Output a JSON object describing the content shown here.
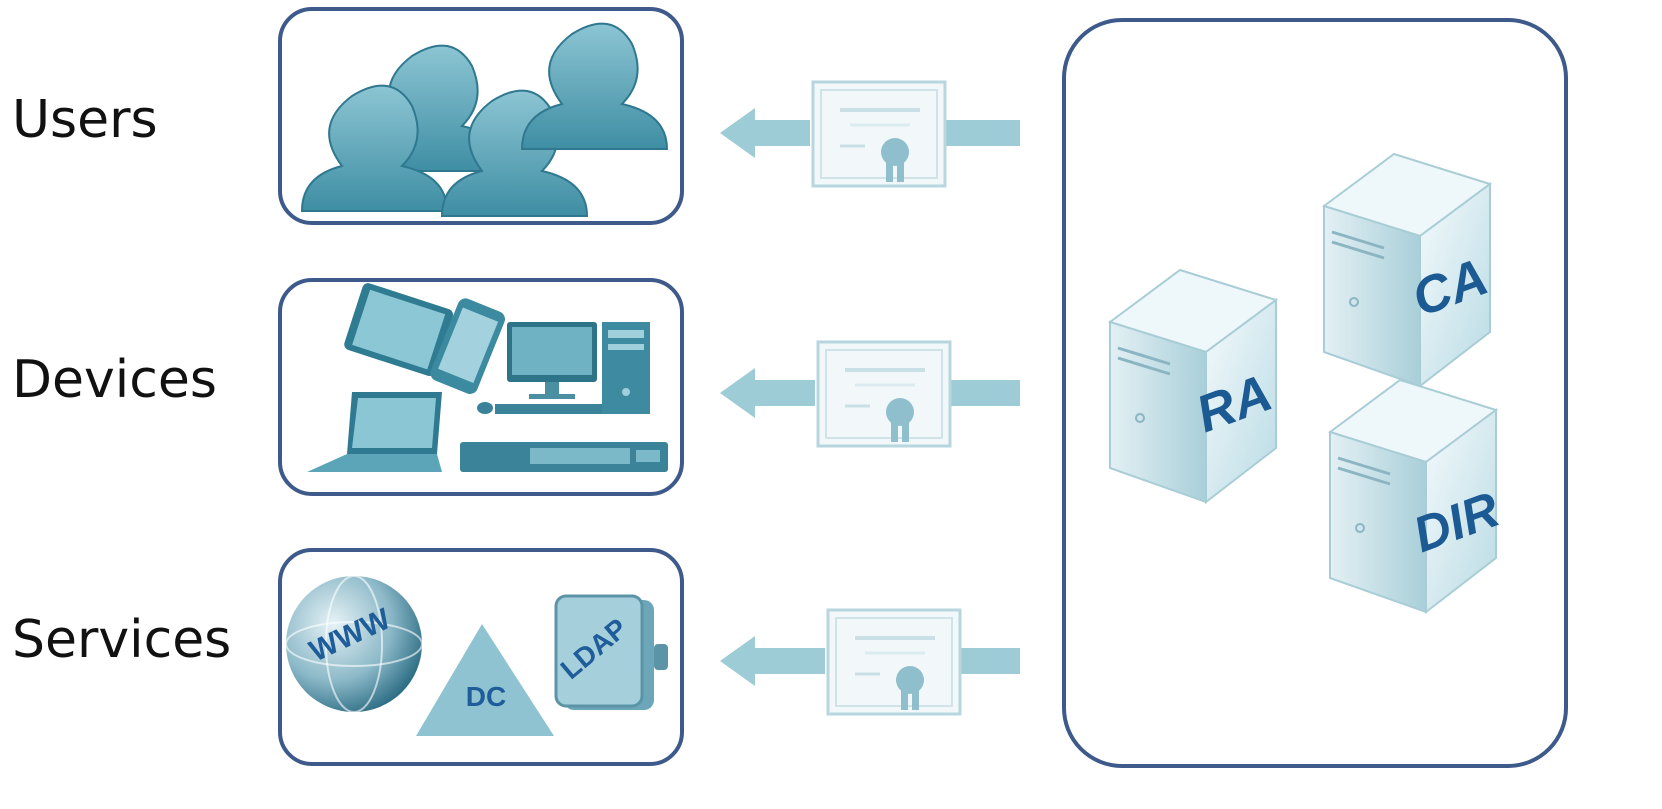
{
  "rows": [
    {
      "label": "Users"
    },
    {
      "label": "Devices"
    },
    {
      "label": "Services"
    }
  ],
  "services": {
    "www_label": "WWW",
    "dc_label": "DC",
    "ldap_label": "LDAP"
  },
  "servers": {
    "ra_label": "RA",
    "ca_label": "CA",
    "dir_label": "DIR"
  },
  "colors": {
    "border": "#3d5a8a",
    "teal": "#5aa1b5",
    "teal_light": "#9ccad6",
    "arrow": "#9dcbd6",
    "server_label": "#1c5a93"
  }
}
